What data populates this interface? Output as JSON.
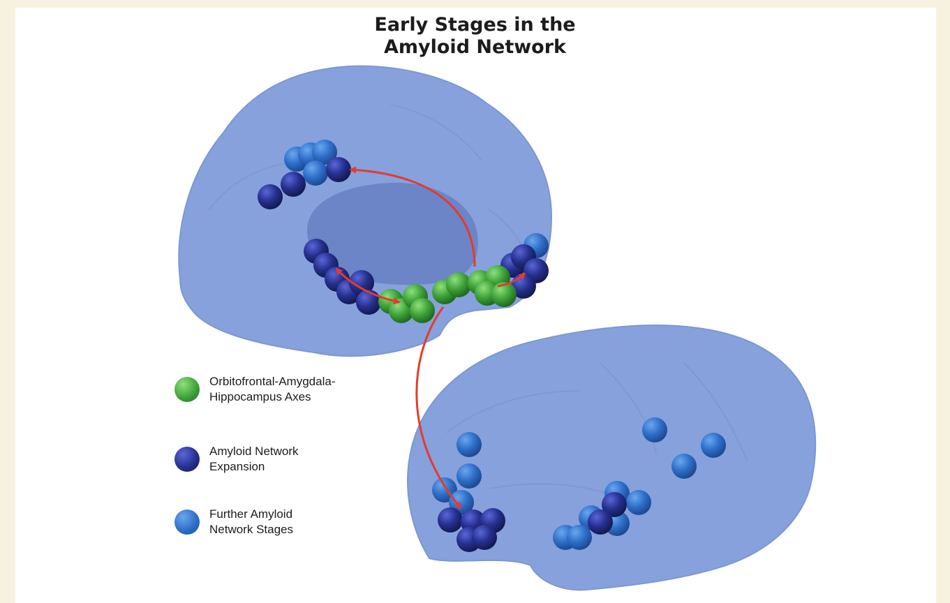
{
  "title": {
    "line1": "Early Stages in the",
    "line2": "Amyloid Network"
  },
  "legend": [
    {
      "line1": "Orbitofrontal-Amygdala-",
      "line2": "Hippocampus Axes",
      "color": "#3fa33a"
    },
    {
      "line1": "Amyloid Network",
      "line2": "Expansion",
      "color": "#26308e"
    },
    {
      "line1": "Further Amyloid",
      "line2": "Network Stages",
      "color": "#2f6fc8"
    }
  ],
  "colors": {
    "page_background": "#f7f2e0",
    "brain_surface": "#86a1dc",
    "inner_region": "#6b85c7",
    "arrow": "#e53a2c"
  },
  "icons": {
    "medial_view": "brain-medial-view-icon",
    "lateral_view": "brain-lateral-view-icon",
    "connection": "red-double-arrow-icon"
  }
}
